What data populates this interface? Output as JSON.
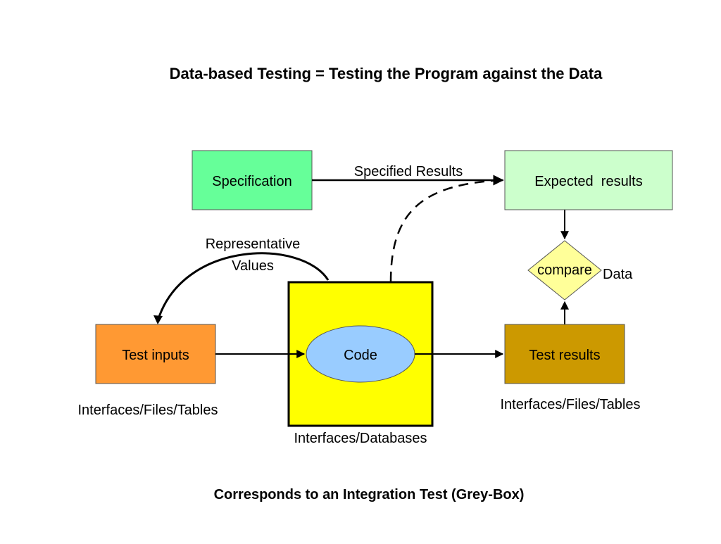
{
  "title": "Data-based Testing = Testing the Program against the Data",
  "footer": "Corresponds to an Integration Test (Grey-Box)",
  "boxes": {
    "specification": "Specification",
    "expected_results": "Expected  results",
    "test_inputs": "Test inputs",
    "test_results": "Test results",
    "code": "Code",
    "compare": "compare"
  },
  "labels": {
    "specified_results": "Specified Results",
    "representative_line1": "Representative",
    "representative_line2": "Values",
    "data": "Data",
    "inputs_interfaces": "Interfaces/Files/Tables",
    "results_interfaces": "Interfaces/Files/Tables",
    "code_interfaces": "Interfaces/Databases"
  },
  "colors": {
    "specification_fill": "#66FF99",
    "expected_results_fill": "#CCFFCC",
    "test_inputs_fill": "#FF9933",
    "test_results_fill": "#CC9900",
    "code_box_fill": "#FFFF00",
    "code_ellipse_fill": "#99CCFF",
    "compare_fill": "#FFFF99"
  }
}
